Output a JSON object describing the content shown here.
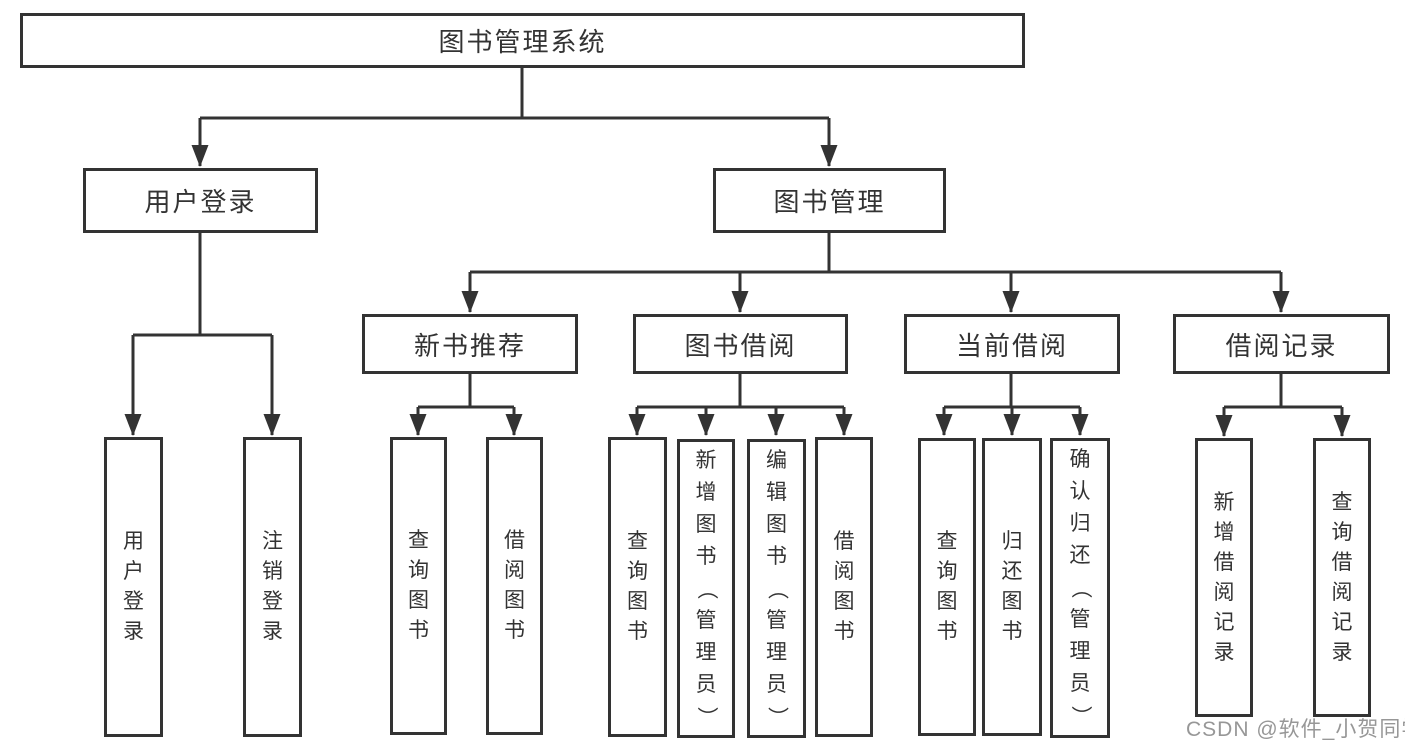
{
  "diagram": {
    "title": "图书管理系统",
    "level2": [
      {
        "label": "用户登录"
      },
      {
        "label": "图书管理"
      }
    ],
    "level3": [
      {
        "label": "新书推荐"
      },
      {
        "label": "图书借阅"
      },
      {
        "label": "当前借阅"
      },
      {
        "label": "借阅记录"
      }
    ],
    "leaves": {
      "user_login": [
        "用户登录",
        "注销登录"
      ],
      "new_books": [
        "查询图书",
        "借阅图书"
      ],
      "book_borrow": [
        "查询图书",
        "新增图书（管理员）",
        "编辑图书（管理员）",
        "借阅图书"
      ],
      "current_borrow": [
        "查询图书",
        "归还图书",
        "确认归还（管理员）"
      ],
      "borrow_records": [
        "新增借阅记录",
        "查询借阅记录"
      ]
    },
    "watermark": "CSDN @软件_小贺同学",
    "colors": {
      "line": "#333333",
      "box_border": "#333333",
      "box_fill": "#ffffff",
      "text": "#333333",
      "watermark": "#8c8c8c"
    }
  }
}
